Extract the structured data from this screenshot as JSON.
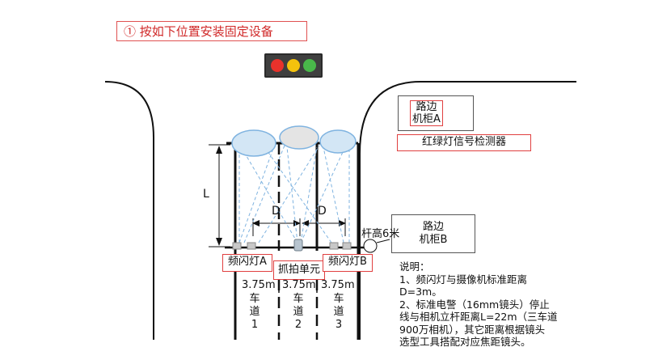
{
  "step_title": "① 按如下位置安装固定设备",
  "cabinet_a": {
    "line1": "路边",
    "line2": "机柜A"
  },
  "detector_label": "红绿灯信号检测器",
  "cabinet_b": {
    "line1": "路边",
    "line2": "机柜B"
  },
  "pole_height": "杆高6米",
  "distance_L": "L",
  "distance_D_left": "D",
  "distance_D_right": "D",
  "device_labels": {
    "flash_a": "频闪灯A",
    "capture": "抓拍单元",
    "flash_b": "频闪灯B"
  },
  "lane_widths": [
    "3.75m",
    "3.75m",
    "3.75m"
  ],
  "lanes": [
    {
      "line1": "车",
      "line2": "道",
      "num": "1"
    },
    {
      "line1": "车",
      "line2": "道",
      "num": "2"
    },
    {
      "line1": "车",
      "line2": "道",
      "num": "3"
    }
  ],
  "notes": {
    "title": "说明：",
    "line1": "1、频闪灯与摄像机标准距离",
    "line2": "D=3m。",
    "line3": "2、标准电警（16mm镜头）停止",
    "line4": "线与相机立杆距离L=22m（三车道",
    "line5": "900万相机），其它距离根据镜头",
    "line6": "选型工具搭配对应焦距镜头。"
  },
  "colors": {
    "red_frame": "#e04040",
    "title_red": "#d02828",
    "signal_red": "#e8322b",
    "signal_yellow": "#f4c20d",
    "signal_green": "#49b84a",
    "beam": "#7fb3e0"
  }
}
